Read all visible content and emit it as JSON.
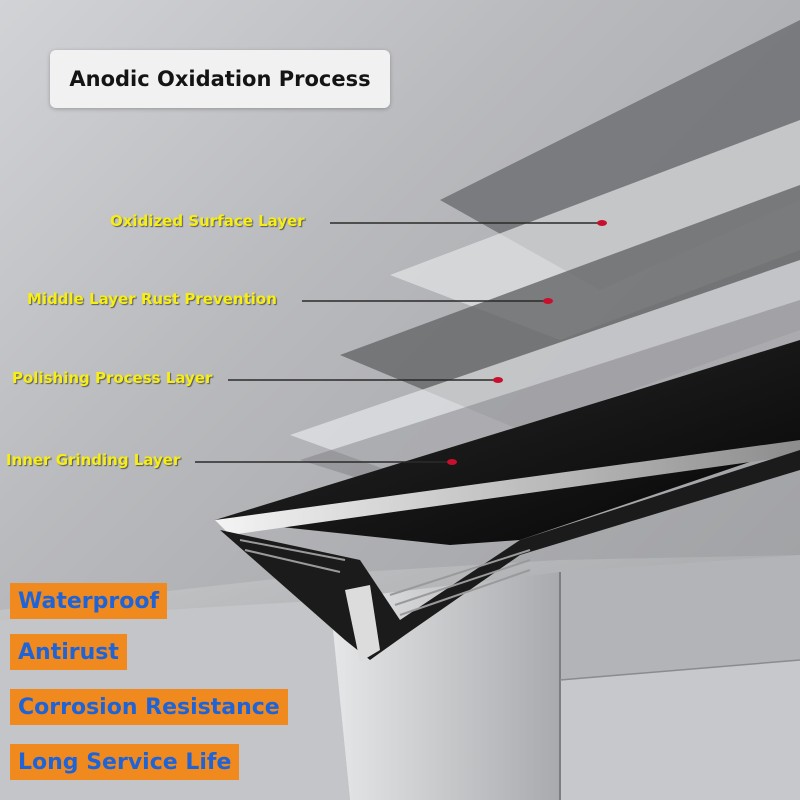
{
  "title": "Anodic Oxidation Process",
  "layers": [
    {
      "label": "Oxidized Surface Layer"
    },
    {
      "label": "Middle Layer Rust Prevention"
    },
    {
      "label": "Polishing Process Layer"
    },
    {
      "label": "Inner Grinding Layer"
    }
  ],
  "features": [
    {
      "label": "Waterproof"
    },
    {
      "label": "Antirust"
    },
    {
      "label": "Corrosion Resistance"
    },
    {
      "label": "Long Service Life"
    }
  ],
  "colors": {
    "label_text": "#f7ee14",
    "feature_background": "#f08a1e",
    "feature_text": "#1e64d8",
    "marker_dot": "#c8102e",
    "profile": "#111111"
  }
}
